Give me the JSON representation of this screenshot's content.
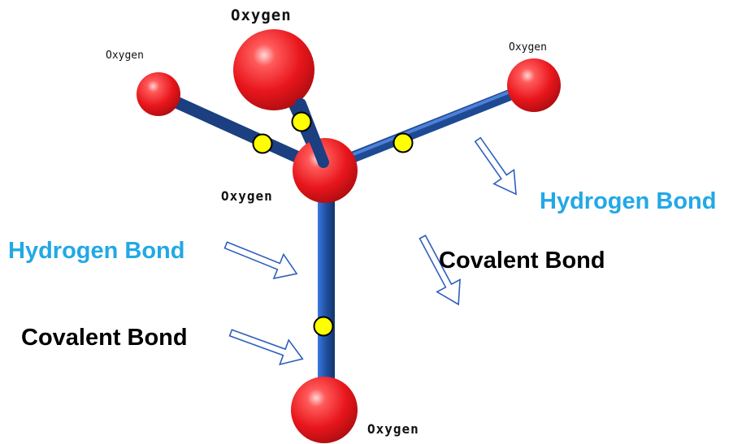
{
  "labels": {
    "oxygen_top": "Oxygen",
    "oxygen_left": "Oxygen",
    "oxygen_right": "Oxygen",
    "oxygen_center": "Oxygen",
    "oxygen_bottom": "Oxygen",
    "hydrogen_bond_right": "Hydrogen Bond",
    "hydrogen_bond_left": "Hydrogen Bond",
    "covalent_bond_right": "Covalent Bond",
    "covalent_bond_left": "Covalent Bond"
  },
  "colors": {
    "atom": "#e8161c",
    "bond": "#1f4f9e",
    "hydrogen_marker": "#ffff00",
    "hydrogen_bond_text": "#22a8e6",
    "covalent_bond_text": "#000000",
    "arrow_outline": "#2e5fc0"
  }
}
